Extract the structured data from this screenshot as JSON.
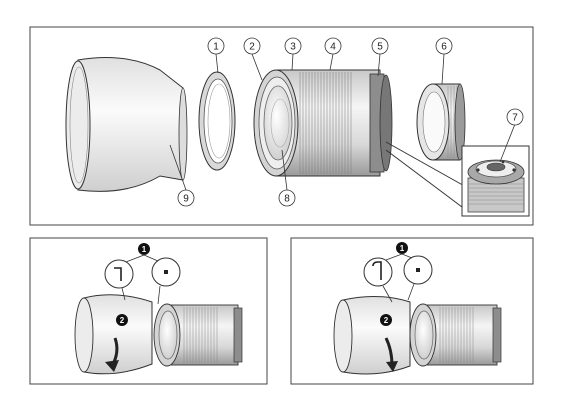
{
  "callouts": {
    "c1": "1",
    "c2": "2",
    "c3": "3",
    "c4": "4",
    "c5": "5",
    "c6": "6",
    "c7": "7",
    "c8": "8",
    "c9": "9"
  },
  "steps": {
    "left": {
      "s1": "1",
      "s2": "2"
    },
    "right": {
      "s1": "1",
      "s2": "2"
    }
  },
  "colors": {
    "line": "#333333",
    "panel_border": "#444444",
    "hood_fill": "#f7f7f7",
    "lens_fill": "#e6e6e6",
    "dark_fill": "#9a9a9a"
  },
  "icons": [
    "lens-hood",
    "filter-ring",
    "lens-barrel",
    "rear-cap",
    "camera-mount",
    "index-mark-icon",
    "dot-mark-icon",
    "rotate-arrow-icon"
  ]
}
